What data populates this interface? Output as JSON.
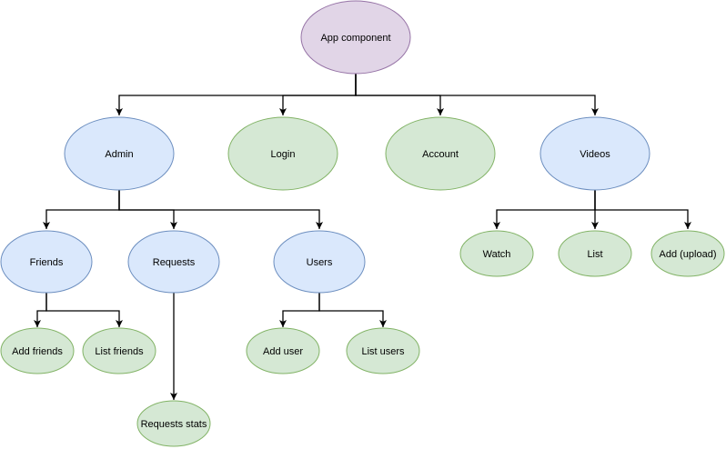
{
  "colors": {
    "root_fill": "#e1d5e7",
    "root_stroke": "#9673a6",
    "blue_fill": "#dae8fc",
    "blue_stroke": "#6c8ebf",
    "green_fill": "#d5e8d4",
    "green_stroke": "#82b366",
    "edge": "#000000"
  },
  "nodes": {
    "app": "App component",
    "admin": "Admin",
    "login": "Login",
    "account": "Account",
    "videos": "Videos",
    "friends": "Friends",
    "requests": "Requests",
    "users": "Users",
    "add_friends": "Add friends",
    "list_friends": "List friends",
    "add_user": "Add user",
    "list_users": "List users",
    "requests_stats": "Requests stats",
    "watch": "Watch",
    "list": "List",
    "add_upload": "Add (upload)"
  }
}
